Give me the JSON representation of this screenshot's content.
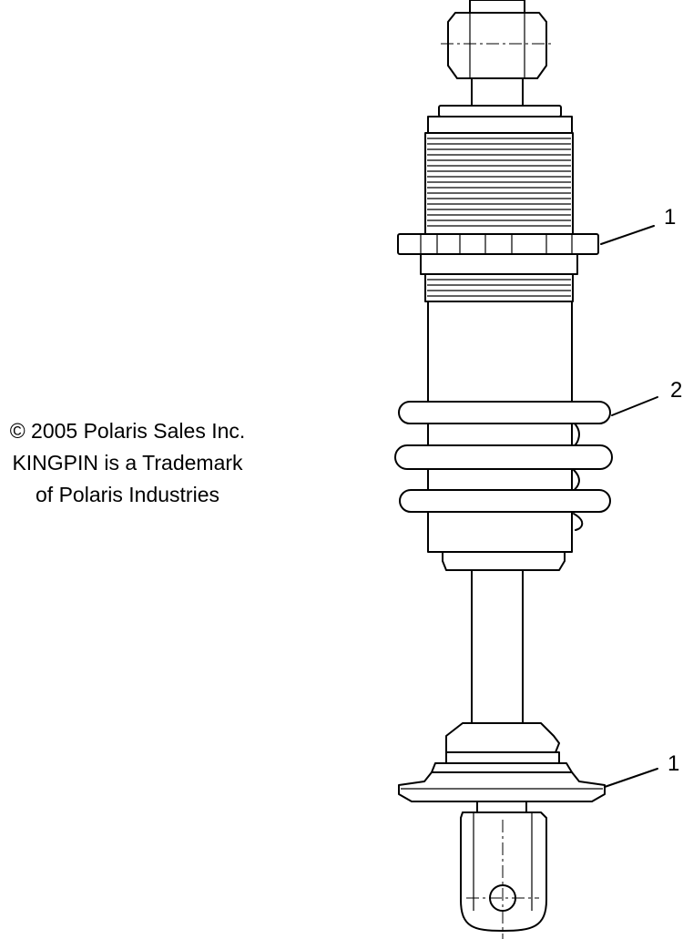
{
  "copyright": {
    "line1": "© 2005 Polaris Sales Inc.",
    "line2": "KINGPIN is a Trademark",
    "line3": "of Polaris Industries"
  },
  "callouts": {
    "upper_one": "1",
    "spring_two": "2",
    "lower_one": "1"
  }
}
